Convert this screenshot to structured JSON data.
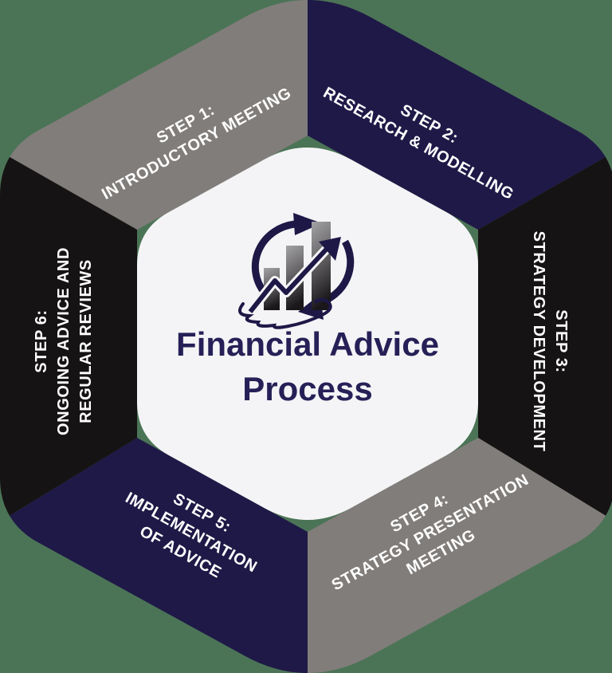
{
  "diagram": {
    "title": "Financial Advice\nProcess",
    "title_color": "#262057",
    "background_color": "#4b7456",
    "panel_color": "#f4f4f6",
    "label_color": "#ffffff",
    "logo_icon": "growth-chart-cycle-in-hand-icon"
  },
  "steps": [
    {
      "label": "STEP 1:\nINTRODUCTORY MEETING",
      "color": "#817d7a"
    },
    {
      "label": "STEP 2:\nRESEARCH & MODELLING",
      "color": "#1f1947"
    },
    {
      "label": "STEP 3:\nSTRATEGY DEVELOPMENT",
      "color": "#161314"
    },
    {
      "label": "STEP 4:\nSTRATEGY PRESENTATION\nMEETING",
      "color": "#817d7a"
    },
    {
      "label": "STEP 5:\nIMPLEMENTATION\nOF ADVICE",
      "color": "#1f1947"
    },
    {
      "label": "STEP 6:\nONGOING ADVICE AND\nREGULAR REVIEWS",
      "color": "#161314"
    }
  ]
}
